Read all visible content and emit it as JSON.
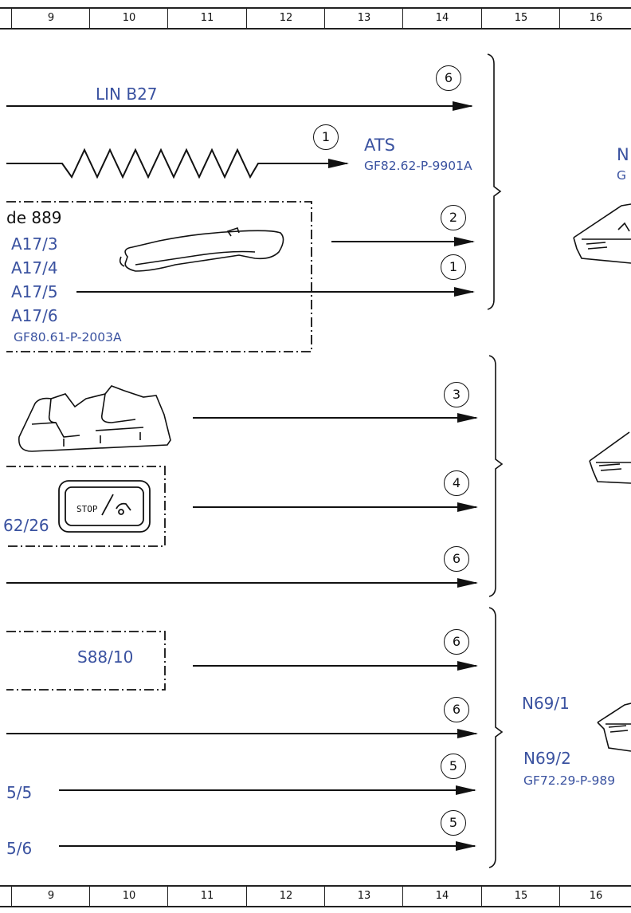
{
  "ruler": {
    "columns": [
      "9",
      "10",
      "11",
      "12",
      "13",
      "14",
      "15",
      "16"
    ]
  },
  "labels": {
    "lin_b27": "LIN B27",
    "ats": "ATS",
    "ats_ref": "GF82.62-P-9901A",
    "n_partial": "N",
    "g_partial": "G",
    "code_889": "de 889",
    "a17_3": "A17/3",
    "a17_4": "A17/4",
    "a17_5": "A17/5",
    "a17_6": "A17/6",
    "a17_ref": "GF80.61-P-2003A",
    "s62_26": "62/26",
    "s88_10": "S88/10",
    "n69_1": "N69/1",
    "n69_2": "N69/2",
    "n69_ref": "GF72.29-P-989",
    "s5_5": "5/5",
    "s5_6": "5/6",
    "stop_text": "STOP"
  },
  "markers": {
    "m1": "6",
    "m2": "1",
    "m3": "2",
    "m4": "1",
    "m5": "3",
    "m6": "4",
    "m7": "6",
    "m8": "6",
    "m9": "6",
    "m10": "5",
    "m11": "5"
  }
}
